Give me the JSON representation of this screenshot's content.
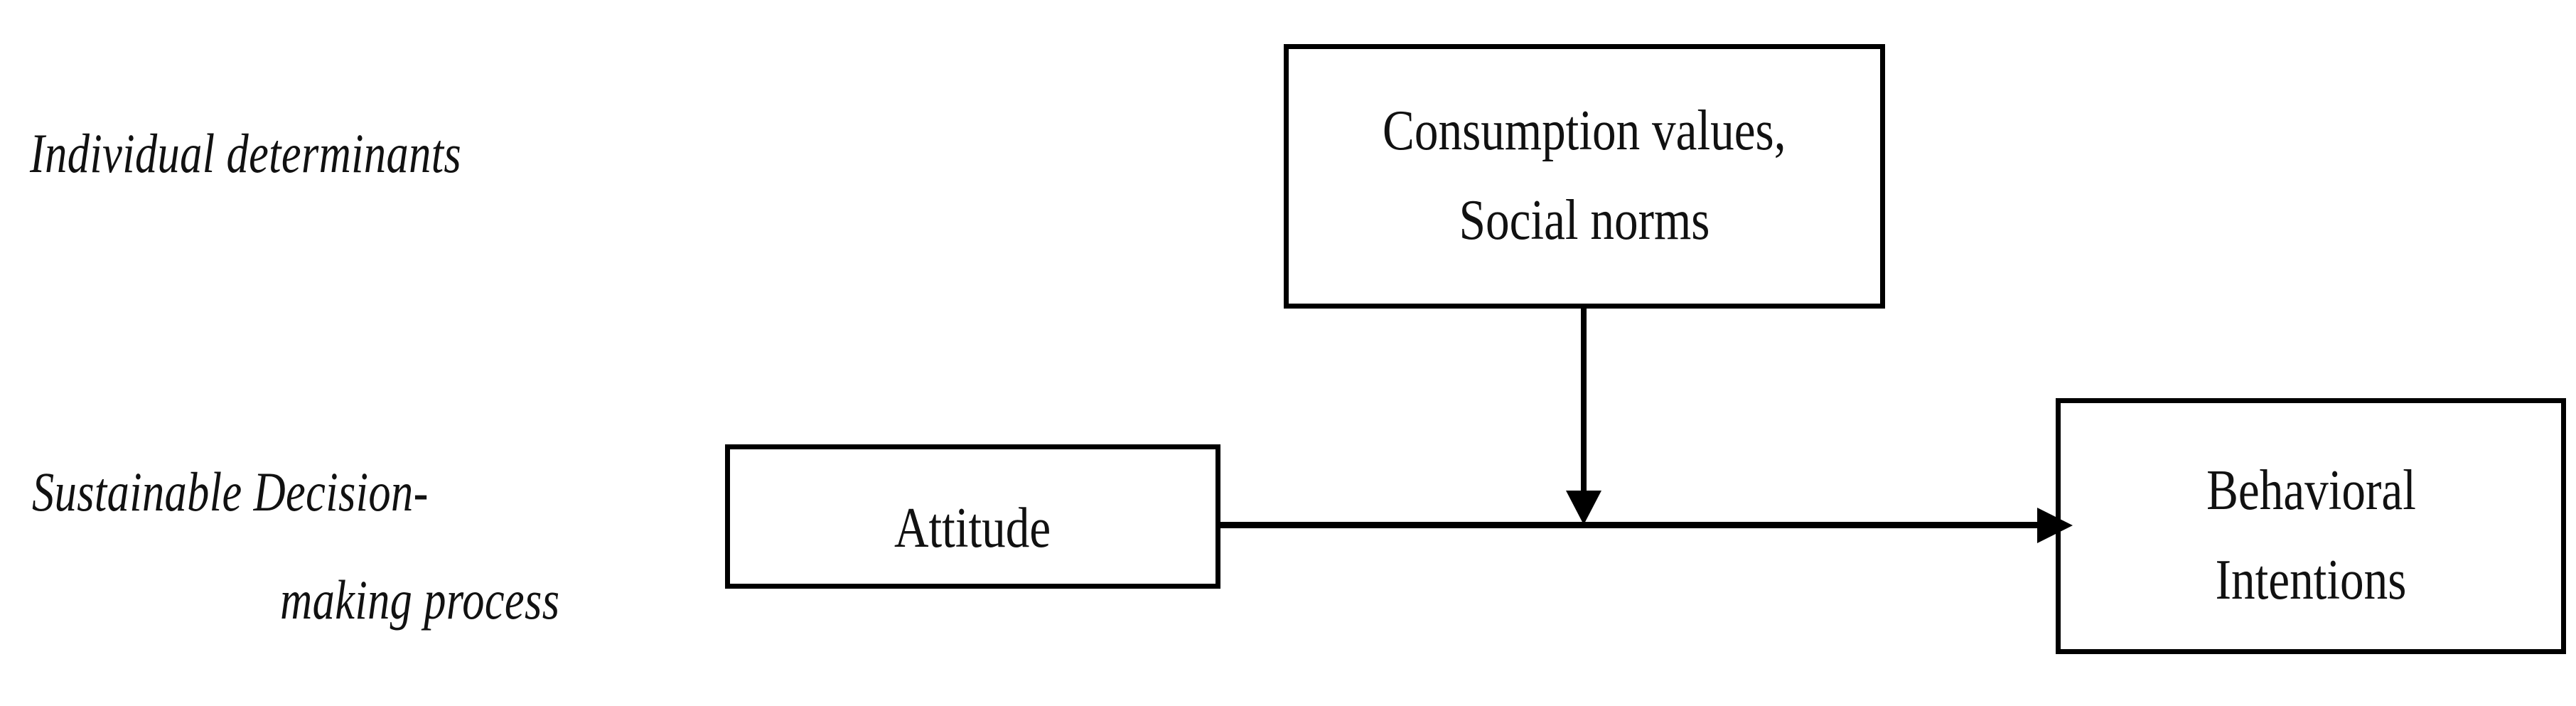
{
  "diagram": {
    "type": "conceptual-framework-flow-diagram",
    "background_color": "#ffffff",
    "line_color": "#000000",
    "text_color": "#111111",
    "row_labels": [
      {
        "id": "individual-determinants",
        "text": "Individual determinants",
        "style": "italic"
      },
      {
        "id": "sustainable-decision-making-process",
        "line1": "Sustainable Decision-",
        "line2": "making process",
        "style": "italic"
      }
    ],
    "nodes": [
      {
        "id": "consumption-values-social-norms",
        "line1": "Consumption values,",
        "line2": "Social norms",
        "row": "individual-determinants"
      },
      {
        "id": "attitude",
        "line1": "Attitude",
        "row": "sustainable-decision-making-process"
      },
      {
        "id": "behavioral-intentions",
        "line1": "Behavioral",
        "line2": "Intentions",
        "row": "sustainable-decision-making-process"
      }
    ],
    "connectors": [
      {
        "id": "attitude-to-behavioral-intentions",
        "from": "attitude",
        "to": "behavioral-intentions",
        "orientation": "horizontal",
        "arrowhead": "right"
      },
      {
        "id": "consumption-values-moderates-attitude-path",
        "from": "consumption-values-social-norms",
        "to": "attitude-to-behavioral-intentions",
        "orientation": "vertical",
        "arrowhead": "down"
      }
    ]
  }
}
